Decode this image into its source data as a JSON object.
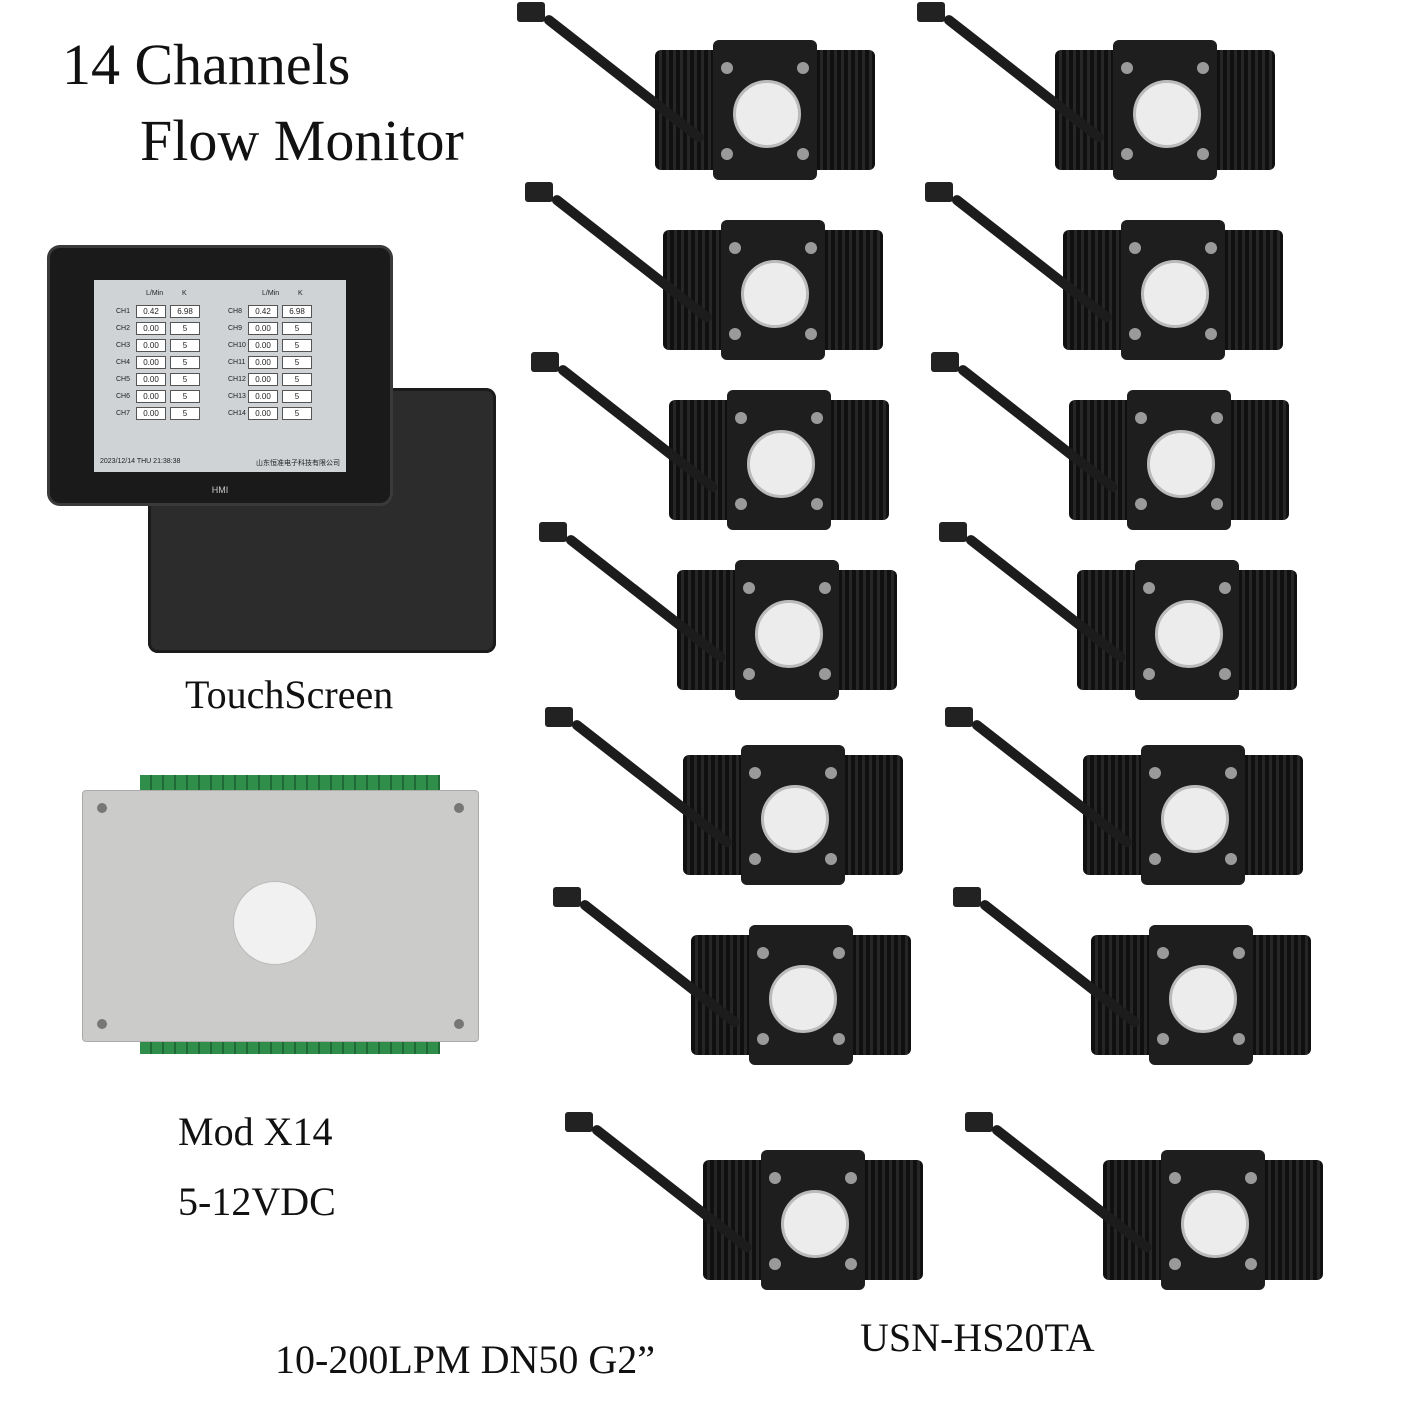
{
  "title": {
    "line1": "14 Channels",
    "line2": "Flow Monitor"
  },
  "touchscreen": {
    "caption": "TouchScreen",
    "brand": "HMI",
    "col_headers": [
      "L/Min",
      "K",
      "L/Min",
      "K"
    ],
    "left_channels": [
      {
        "ch": "CH1",
        "flow": "0.42",
        "k": "6.98"
      },
      {
        "ch": "CH2",
        "flow": "0.00",
        "k": "5"
      },
      {
        "ch": "CH3",
        "flow": "0.00",
        "k": "5"
      },
      {
        "ch": "CH4",
        "flow": "0.00",
        "k": "5"
      },
      {
        "ch": "CH5",
        "flow": "0.00",
        "k": "5"
      },
      {
        "ch": "CH6",
        "flow": "0.00",
        "k": "5"
      },
      {
        "ch": "CH7",
        "flow": "0.00",
        "k": "5"
      }
    ],
    "right_channels": [
      {
        "ch": "CH8",
        "flow": "0.42",
        "k": "6.98"
      },
      {
        "ch": "CH9",
        "flow": "0.00",
        "k": "5"
      },
      {
        "ch": "CH10",
        "flow": "0.00",
        "k": "5"
      },
      {
        "ch": "CH11",
        "flow": "0.00",
        "k": "5"
      },
      {
        "ch": "CH12",
        "flow": "0.00",
        "k": "5"
      },
      {
        "ch": "CH13",
        "flow": "0.00",
        "k": "5"
      },
      {
        "ch": "CH14",
        "flow": "0.00",
        "k": "5"
      }
    ],
    "datetime": "2023/12/14 THU 21:38:38",
    "company": "山东恒准电子科技有限公司"
  },
  "module": {
    "caption_line1": "Mod X14",
    "caption_line2": "5-12VDC"
  },
  "sensors": {
    "spec": "10-200LPM DN50 G2”",
    "model": "USN-HS20TA"
  },
  "colors": {
    "background": "#ffffff",
    "sensor_body": "#161616",
    "module": "#cbcbc9",
    "terminal": "#2f8f4a"
  }
}
